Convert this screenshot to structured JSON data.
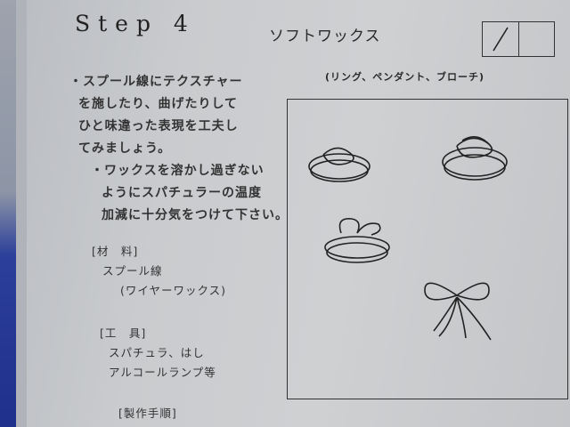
{
  "header": {
    "step": "Step 4",
    "title": "ソフトワックス"
  },
  "applications": "(リング、ペンダント、ブローチ)",
  "instructions": [
    [
      "・スプール線にテクスチャー",
      "を施したり、曲げたりして",
      "ひと味違った表現を工夫し",
      "てみましょう。"
    ],
    [
      "・ワックスを溶かし過ぎない",
      "ようにスパチュラーの温度",
      "加減に十分気をつけて下さい。"
    ]
  ],
  "materials": {
    "heading": "[材　料]",
    "items": [
      "スプール線",
      "(ワイヤーワックス)"
    ]
  },
  "tools": {
    "heading": "[工　具]",
    "items": [
      "スパチュラ、はし",
      "アルコールランプ等"
    ]
  },
  "procedure": {
    "heading": "[製作手順]"
  }
}
